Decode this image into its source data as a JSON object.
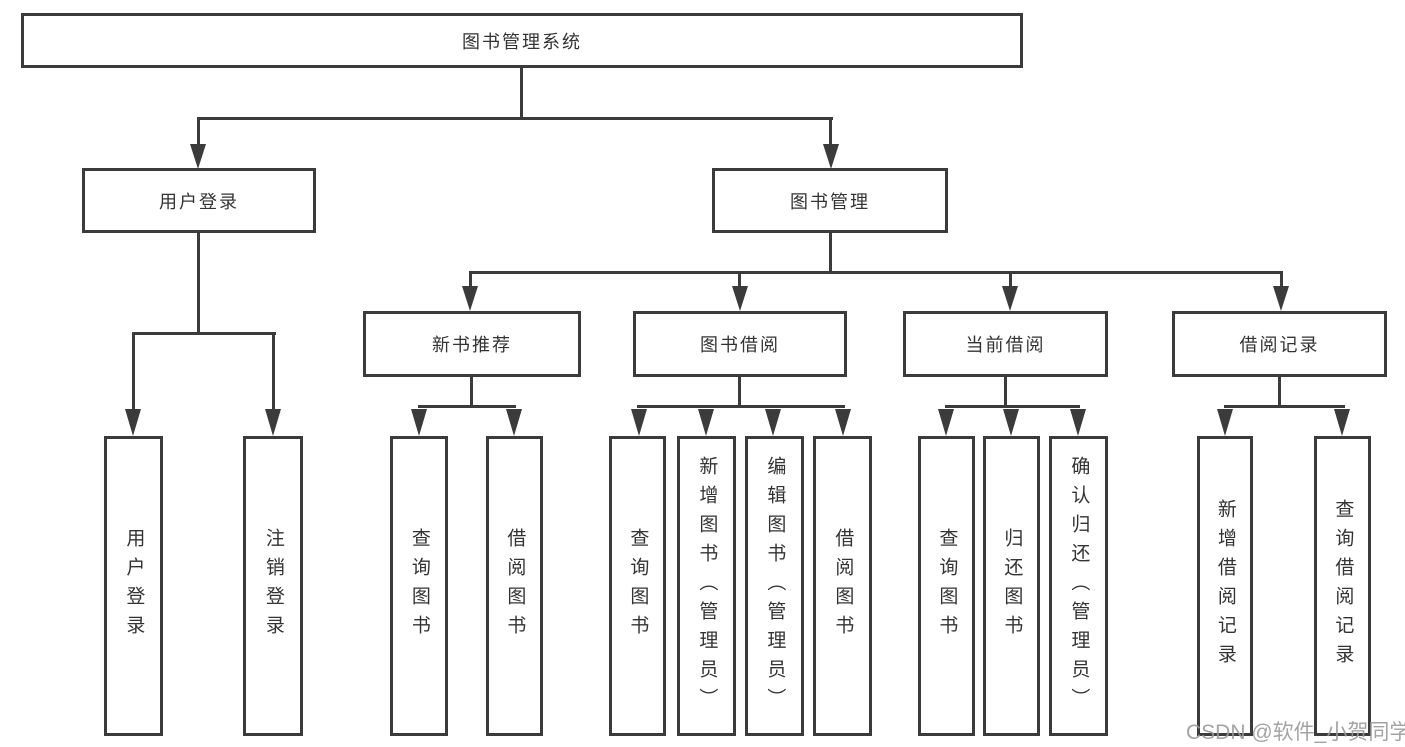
{
  "meta": {
    "watermark": "CSDN @软件_小贺同学"
  },
  "colors": {
    "line": "#3b3b3b",
    "text": "#333333",
    "background": "#ffffff",
    "watermark": "#9a9a9a"
  },
  "tree": {
    "root": {
      "label": "图书管理系统"
    },
    "level2": [
      {
        "label": "用户登录",
        "parent": "图书管理系统"
      },
      {
        "label": "图书管理",
        "parent": "图书管理系统"
      }
    ],
    "level3": [
      {
        "label": "新书推荐",
        "parent": "图书管理"
      },
      {
        "label": "图书借阅",
        "parent": "图书管理"
      },
      {
        "label": "当前借阅",
        "parent": "图书管理"
      },
      {
        "label": "借阅记录",
        "parent": "图书管理"
      }
    ],
    "leaves": [
      {
        "label": "用户登录",
        "parent": "用户登录"
      },
      {
        "label": "注销登录",
        "parent": "用户登录"
      },
      {
        "label": "查询图书",
        "parent": "新书推荐"
      },
      {
        "label": "借阅图书",
        "parent": "新书推荐"
      },
      {
        "label": "查询图书",
        "parent": "图书借阅"
      },
      {
        "label": "新增图书（管理员）",
        "parent": "图书借阅"
      },
      {
        "label": "编辑图书（管理员）",
        "parent": "图书借阅"
      },
      {
        "label": "借阅图书",
        "parent": "图书借阅"
      },
      {
        "label": "查询图书",
        "parent": "当前借阅"
      },
      {
        "label": "归还图书",
        "parent": "当前借阅"
      },
      {
        "label": "确认归还（管理员）",
        "parent": "当前借阅"
      },
      {
        "label": "新增借阅记录",
        "parent": "借阅记录"
      },
      {
        "label": "查询借阅记录",
        "parent": "借阅记录"
      }
    ]
  }
}
